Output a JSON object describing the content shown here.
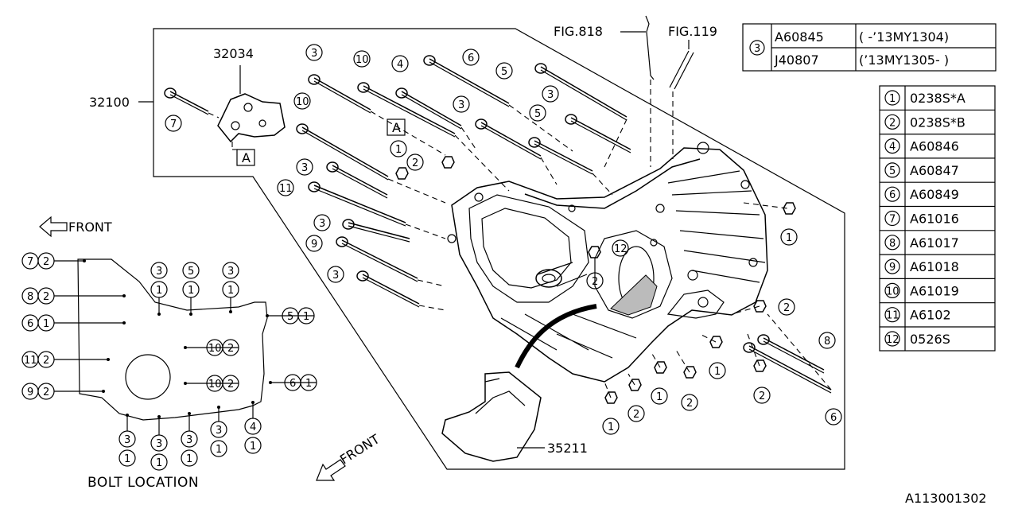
{
  "figure_id": "A113001302",
  "bolt_location_title": "BOLT LOCATION",
  "front_label": "FRONT",
  "callouts": {
    "c32034": "32034",
    "c32100": "32100",
    "c35211": "35211",
    "fig818": "FIG.818",
    "fig119": "FIG.119",
    "markerA": "A"
  },
  "legend_top": [
    {
      "key": "3",
      "part": "A60845",
      "range": "( -’13MY1304)"
    },
    {
      "key": "",
      "part": "J40807",
      "range": "(’13MY1305- )"
    }
  ],
  "legend_side": [
    {
      "key": "1",
      "part": "0238S*A"
    },
    {
      "key": "2",
      "part": "0238S*B"
    },
    {
      "key": "4",
      "part": "A60846"
    },
    {
      "key": "5",
      "part": "A60847"
    },
    {
      "key": "6",
      "part": "A60849"
    },
    {
      "key": "7",
      "part": "A61016"
    },
    {
      "key": "8",
      "part": "A61017"
    },
    {
      "key": "9",
      "part": "A61018"
    },
    {
      "key": "10",
      "part": "A61019"
    },
    {
      "key": "11",
      "part": "A6102"
    },
    {
      "key": "12",
      "part": "0526S"
    }
  ],
  "bolt_location_pairs": [
    "7",
    "2",
    "8",
    "2",
    "6",
    "1",
    "11",
    "2",
    "9",
    "2",
    "3",
    "1",
    "5",
    "1",
    "3",
    "1",
    "5",
    "1",
    "10",
    "2",
    "10",
    "2",
    "6",
    "1",
    "3",
    "1",
    "3",
    "1",
    "3",
    "1",
    "3",
    "1",
    "4",
    "1"
  ]
}
